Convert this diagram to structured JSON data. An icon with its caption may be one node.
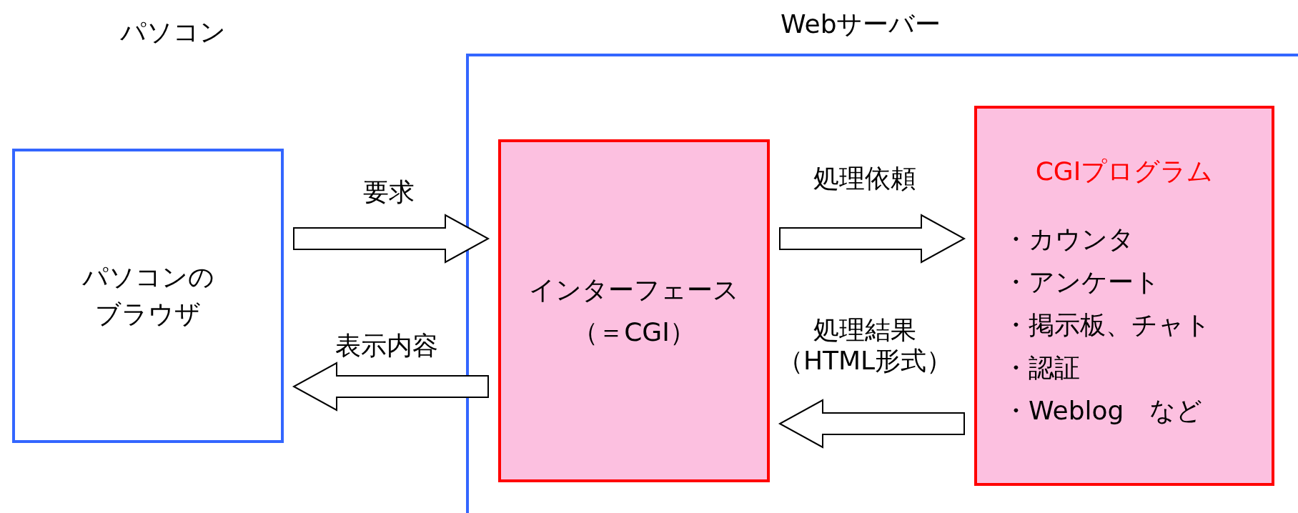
{
  "diagram": {
    "nodes": [
      {
        "text": [
          "パソコンのブラウザ"
        ]
      },
      {
        "text": [
          "Webサーバー"
        ]
      },
      {
        "text": [
          "インターフェース",
          "（＝CGI）"
        ],
        "in": 1
      },
      {
        "text": [
          "CGIプログラム",
          "・カウンタ",
          "・アンケート",
          "・掲示板、チャト",
          "・認証",
          "・Weblog　など"
        ],
        "in": 1
      }
    ],
    "edges": [
      {
        "from": 0,
        "to": 2,
        "arrow": "to",
        "label": "要求"
      },
      {
        "from": 2,
        "to": 0,
        "arrow": "to",
        "label": "表示内容"
      },
      {
        "from": 2,
        "to": 3,
        "arrow": "to",
        "label": "処理依頼"
      },
      {
        "from": 3,
        "to": 2,
        "arrow": "to",
        "label": "処理結果（HTML形式）"
      }
    ],
    "labels": [
      "パソコン"
    ]
  }
}
